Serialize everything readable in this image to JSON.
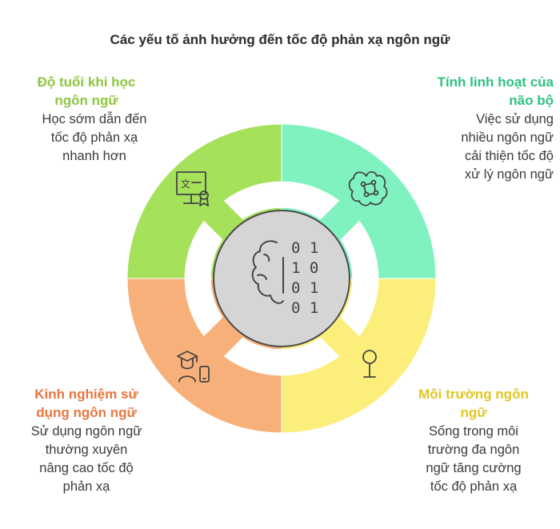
{
  "title": "Các yếu tố ảnh hưởng đến tốc độ phản xạ ngôn ngữ",
  "quadrants": {
    "top_left": {
      "heading": [
        "Độ tuổi khi học",
        "ngôn ngữ"
      ],
      "body": [
        "Học sớm dẫn đến",
        "tốc độ phản xạ",
        "nhanh hơn"
      ],
      "color": "#a6e15c",
      "icon": "translation-certificate-icon"
    },
    "top_right": {
      "heading": [
        "Tính linh hoạt của",
        "não bộ"
      ],
      "body": [
        "Việc sử dụng",
        "nhiều ngôn ngữ",
        "cải thiện tốc độ",
        "xử lý ngôn ngữ"
      ],
      "color": "#7ff2c0",
      "icon": "neural-network-icon"
    },
    "bottom_left": {
      "heading": [
        "Kinh nghiệm sử",
        "dụng ngôn ngữ"
      ],
      "body": [
        "Sử dụng ngôn ngữ",
        "thường xuyên",
        "nâng cao tốc độ",
        "phản xạ"
      ],
      "color": "#f8b07a",
      "icon": "graduate-phone-icon"
    },
    "bottom_right": {
      "heading": [
        "Môi trường ngôn",
        "ngữ"
      ],
      "body": [
        "Sống trong môi",
        "trường đa ngôn",
        "ngữ tăng cường",
        "tốc độ phản xạ"
      ],
      "color": "#fcee7a",
      "icon": "signpost-icon"
    }
  },
  "center": {
    "binary": [
      "0 1",
      "1 0",
      "0 1",
      "0 1"
    ],
    "icon": "brain-binary-icon",
    "color": "#d5d5d5"
  }
}
